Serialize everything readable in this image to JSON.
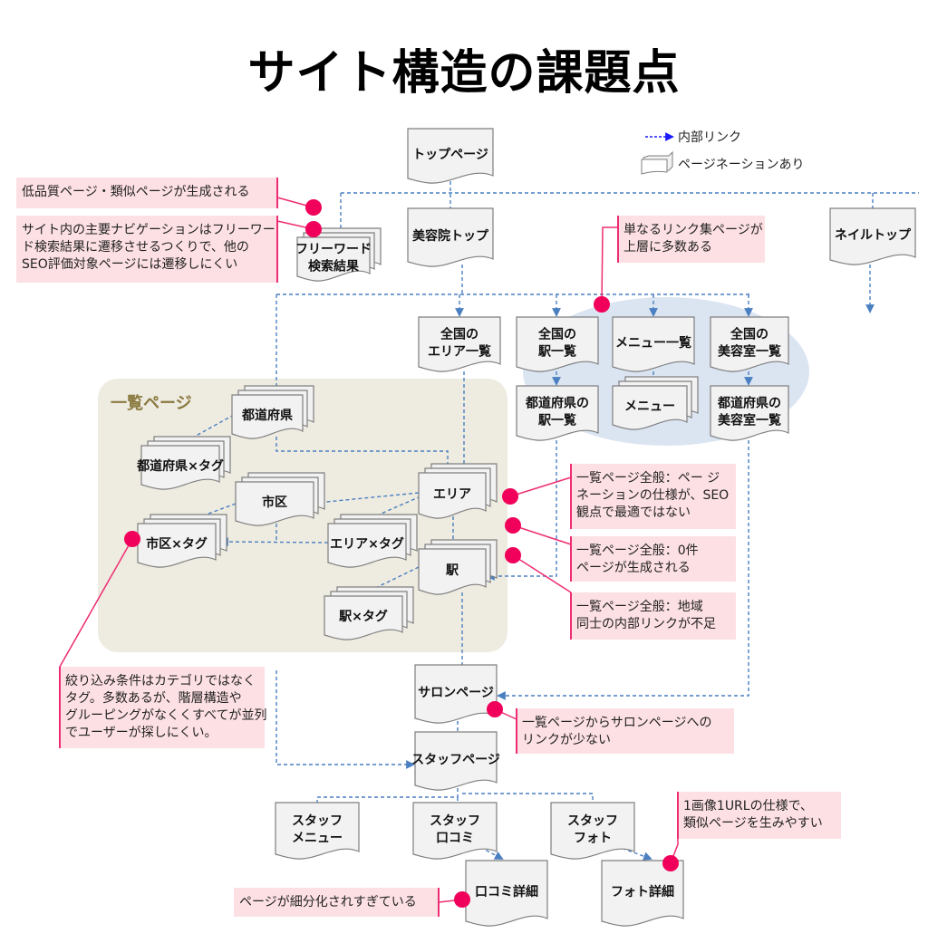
{
  "title": "サイト構造の課題点",
  "colors": {
    "link": "#4a7fc1",
    "legend_link": "#1a1aff",
    "node_fill": "#f2f2f2",
    "node_stroke": "#7f7f7f",
    "note_fill": "#fde0e4",
    "note_bar": "#ee2d73",
    "marker": "#f0005a",
    "group_fill": "#eeebe0",
    "group_label": "#8a7a40",
    "ellipse_fill": "#dbe4f1"
  },
  "legend": {
    "internal_link": "内部リンク",
    "pagination": "ページネーションあり"
  },
  "group": {
    "label": "一覧ページ"
  },
  "nodes": [
    {
      "id": "top",
      "lines": [
        "トップページ"
      ],
      "stack": false
    },
    {
      "id": "freeword",
      "lines": [
        "フリーワード",
        "検索結果"
      ],
      "stack": true
    },
    {
      "id": "salon_top",
      "lines": [
        "美容院トップ"
      ],
      "stack": false
    },
    {
      "id": "nail_top",
      "lines": [
        "ネイルトップ"
      ],
      "stack": false
    },
    {
      "id": "area_list",
      "lines": [
        "全国の",
        "エリア一覧"
      ],
      "stack": false
    },
    {
      "id": "station_list",
      "lines": [
        "全国の",
        "駅一覧"
      ],
      "stack": false
    },
    {
      "id": "menu_list",
      "lines": [
        "メニュー一覧"
      ],
      "stack": false
    },
    {
      "id": "salon_list",
      "lines": [
        "全国の",
        "美容室一覧"
      ],
      "stack": false
    },
    {
      "id": "pref_station",
      "lines": [
        "都道府県の",
        "駅一覧"
      ],
      "stack": false
    },
    {
      "id": "menu",
      "lines": [
        "メニュー"
      ],
      "stack": true
    },
    {
      "id": "pref_salon",
      "lines": [
        "都道府県の",
        "美容室一覧"
      ],
      "stack": false
    },
    {
      "id": "pref",
      "lines": [
        "都道府県"
      ],
      "stack": true
    },
    {
      "id": "pref_tag",
      "lines": [
        "都道府県×タグ"
      ],
      "stack": true
    },
    {
      "id": "city",
      "lines": [
        "市区"
      ],
      "stack": true
    },
    {
      "id": "city_tag",
      "lines": [
        "市区×タグ"
      ],
      "stack": true
    },
    {
      "id": "area",
      "lines": [
        "エリア"
      ],
      "stack": true
    },
    {
      "id": "area_tag",
      "lines": [
        "エリア×タグ"
      ],
      "stack": true
    },
    {
      "id": "station",
      "lines": [
        "駅"
      ],
      "stack": true
    },
    {
      "id": "station_tag",
      "lines": [
        "駅×タグ"
      ],
      "stack": true
    },
    {
      "id": "salon_page",
      "lines": [
        "サロンページ"
      ],
      "stack": false
    },
    {
      "id": "staff_page",
      "lines": [
        "スタッフページ"
      ],
      "stack": false
    },
    {
      "id": "staff_menu",
      "lines": [
        "スタッフ",
        "メニュー"
      ],
      "stack": false
    },
    {
      "id": "staff_review",
      "lines": [
        "スタッフ",
        "口コミ"
      ],
      "stack": false
    },
    {
      "id": "staff_photo",
      "lines": [
        "スタッフ",
        "フォト"
      ],
      "stack": false
    },
    {
      "id": "review_detail",
      "lines": [
        "口コミ詳細"
      ],
      "stack": false
    },
    {
      "id": "photo_detail",
      "lines": [
        "フォト詳細"
      ],
      "stack": false
    }
  ],
  "notes": [
    {
      "id": "low_quality",
      "lines": [
        "低品質ページ・類似ページが生成される"
      ]
    },
    {
      "id": "main_nav",
      "lines": [
        "サイト内の主要ナビゲーションはフリーワー",
        "ド検索結果に遷移させるつくりで、他の",
        "SEO評価対象ページには遷移しにくい"
      ]
    },
    {
      "id": "link_collection",
      "lines": [
        "単なるリンク集ページが",
        "上層に多数ある"
      ]
    },
    {
      "id": "pagination_spec",
      "lines": [
        "一覧ページ全般：ペー ジ",
        "ネーションの仕様が、SEO",
        "観点で最適ではない"
      ]
    },
    {
      "id": "zero_results",
      "lines": [
        "一覧ページ全般：0件",
        "ページが生成される"
      ]
    },
    {
      "id": "region_links",
      "lines": [
        "一覧ページ全般：地域",
        "同士の内部リンクが不足"
      ]
    },
    {
      "id": "tag_filter",
      "lines": [
        "絞り込み条件はカテゴリではなく",
        "タグ。多数あるが、階層構造や",
        "グルーピングがなくくすべてが並列",
        "でユーザーが探しにくい。"
      ]
    },
    {
      "id": "salon_links",
      "lines": [
        "一覧ページからサロンページへの",
        "リンクが少ない"
      ]
    },
    {
      "id": "image_url",
      "lines": [
        "1画像1URLの仕様で、",
        "類似ページを生みやすい"
      ]
    },
    {
      "id": "over_split",
      "lines": [
        "ページが細分化されすぎている"
      ]
    }
  ]
}
